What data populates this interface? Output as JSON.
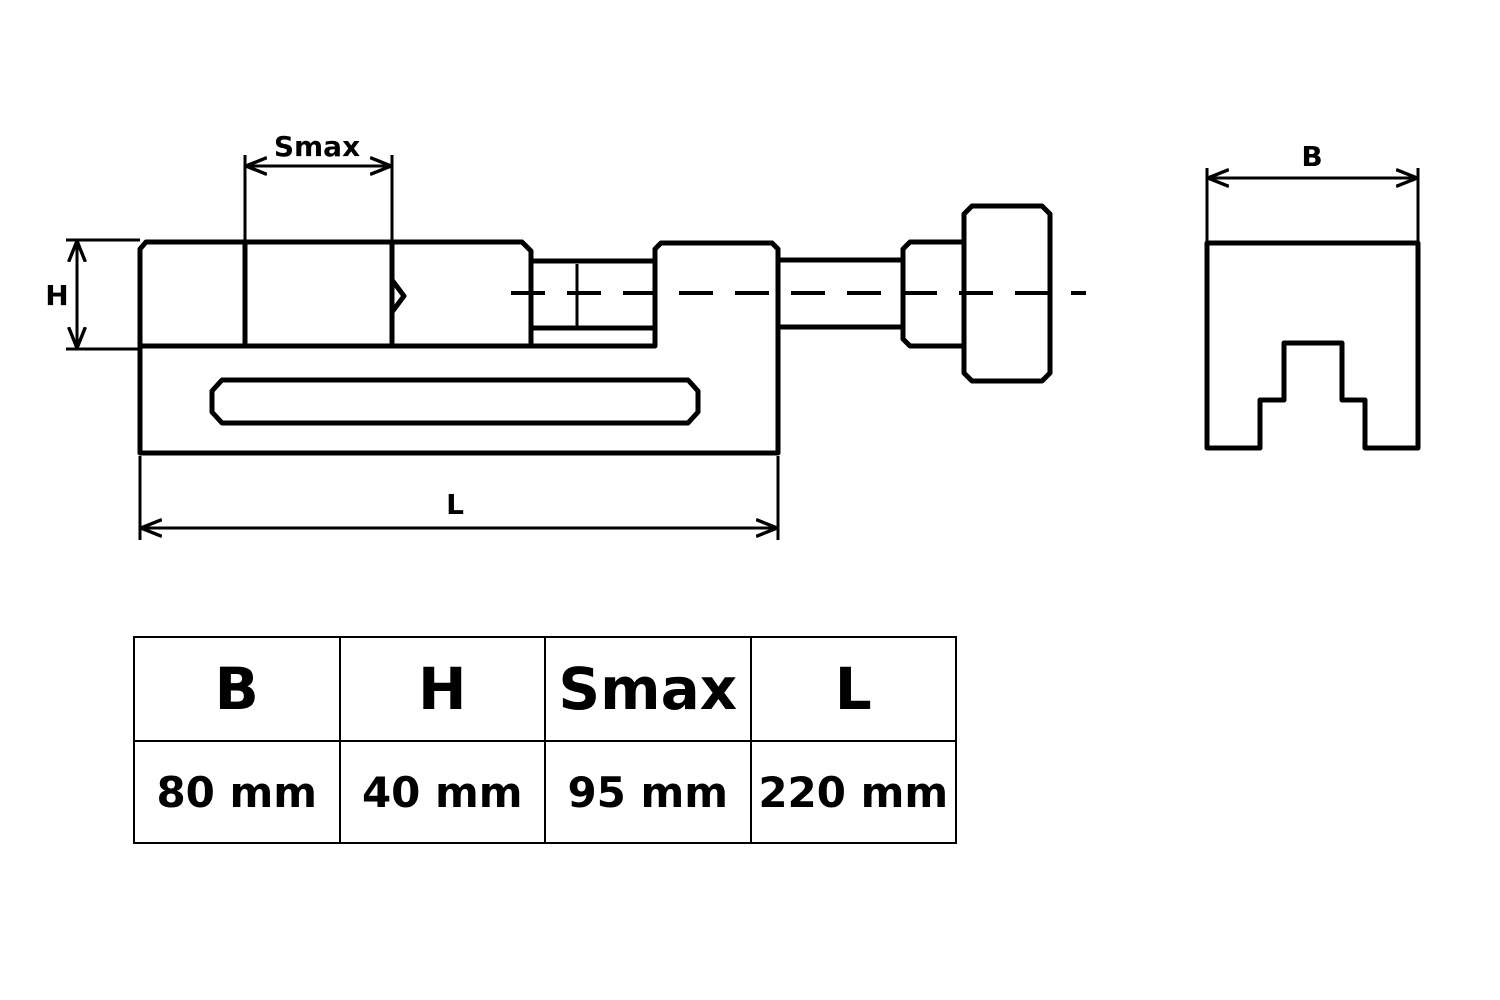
{
  "diagram": {
    "labels": {
      "smax": "Smax",
      "h": "H",
      "l": "L",
      "b": "B"
    }
  },
  "table": {
    "headers": [
      "B",
      "H",
      "Smax",
      "L"
    ],
    "values": [
      "80 mm",
      "40 mm",
      "95 mm",
      "220 mm"
    ]
  }
}
